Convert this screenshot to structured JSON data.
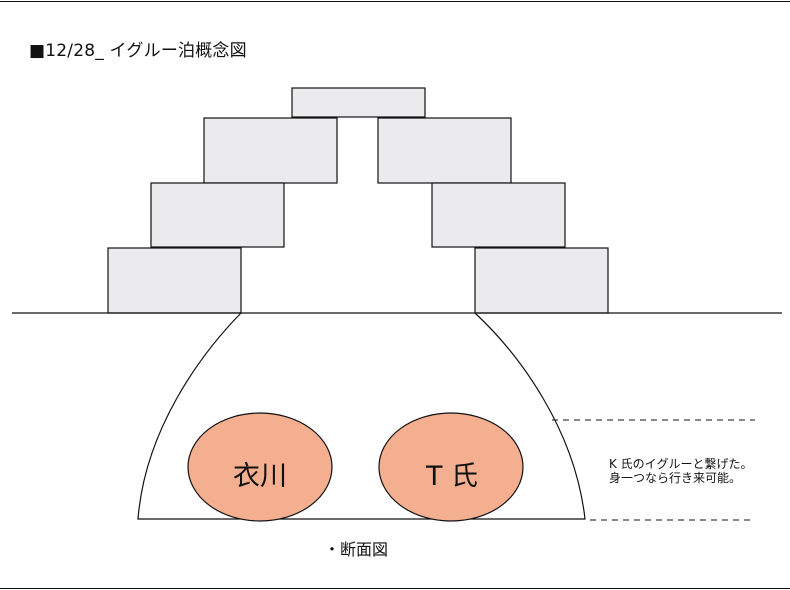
{
  "title": "■12/28_ イグルー泊概念図",
  "caption": "・断面図",
  "note": {
    "line1": "K 氏のイグルーと繋げた。",
    "line2": "身一つなら行き来可能。"
  },
  "occupants": [
    {
      "name": "衣川"
    },
    {
      "name": "T 氏"
    }
  ],
  "colors": {
    "background": "#ffffff",
    "stroke": "#111111",
    "block_fill": "#ebebed",
    "sleeper_fill": "#f4ae90"
  }
}
